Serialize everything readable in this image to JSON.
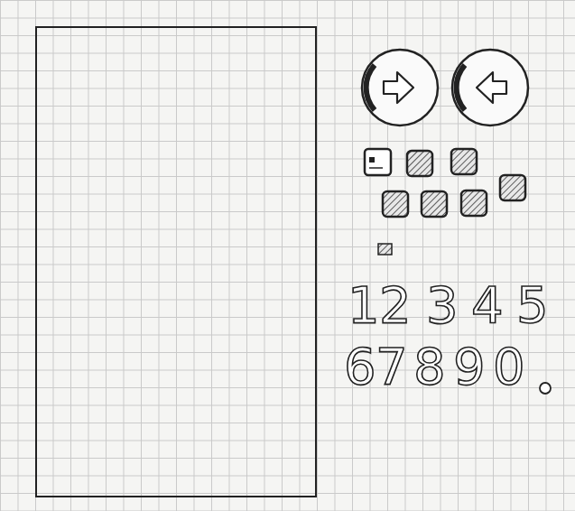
{
  "diagram": {
    "labels": [
      "1",
      "2",
      "3",
      "4",
      "5",
      "6",
      "7",
      "8",
      "9",
      "0"
    ]
  }
}
